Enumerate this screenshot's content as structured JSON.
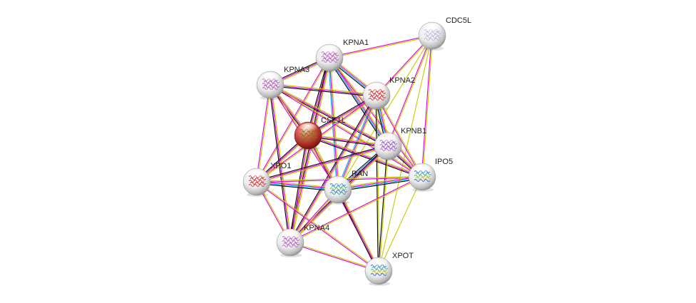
{
  "network": {
    "nodes": [
      {
        "id": "CDC5L",
        "label": "CDC5L",
        "kind": "white",
        "glyph": "sparse-structure"
      },
      {
        "id": "KPNA1",
        "label": "KPNA1",
        "kind": "white",
        "glyph": "magenta-helix-structure"
      },
      {
        "id": "KPNA3",
        "label": "KPNA3",
        "kind": "white",
        "glyph": "magenta-helix-structure"
      },
      {
        "id": "KPNA2",
        "label": "KPNA2",
        "kind": "white",
        "glyph": "red-helix-structure"
      },
      {
        "id": "CSE1L",
        "label": "CSE1L",
        "kind": "query",
        "glyph": "olive-helix-structure"
      },
      {
        "id": "KPNB1",
        "label": "KPNB1",
        "kind": "white",
        "glyph": "magenta-coil-structure"
      },
      {
        "id": "XPO1",
        "label": "XPO1",
        "kind": "white",
        "glyph": "red-helix-structure"
      },
      {
        "id": "RAN",
        "label": "RAN",
        "kind": "white",
        "glyph": "blue-teal-fold-structure"
      },
      {
        "id": "IPO5",
        "label": "IPO5",
        "kind": "white",
        "glyph": "rainbow-fold-structure"
      },
      {
        "id": "KPNA4",
        "label": "KPNA4",
        "kind": "white",
        "glyph": "magenta-helix-structure"
      },
      {
        "id": "XPOT",
        "label": "XPOT",
        "kind": "white",
        "glyph": "rainbow-fold-structure"
      }
    ],
    "edges": [
      {
        "a": "CDC5L",
        "b": "KPNA1",
        "colors": [
          "#c8c800",
          "#e000e0"
        ]
      },
      {
        "a": "CDC5L",
        "b": "KPNA2",
        "colors": [
          "#c8c800",
          "#e000e0"
        ]
      },
      {
        "a": "CDC5L",
        "b": "KPNB1",
        "colors": [
          "#c8c800",
          "#e000e0"
        ]
      },
      {
        "a": "CDC5L",
        "b": "IPO5",
        "colors": [
          "#c8c800",
          "#e000e0"
        ]
      },
      {
        "a": "CDC5L",
        "b": "RAN",
        "colors": [
          "#c8c800"
        ]
      },
      {
        "a": "CDC5L",
        "b": "XPOT",
        "colors": [
          "#c8c800"
        ]
      },
      {
        "a": "KPNA1",
        "b": "KPNA3",
        "colors": [
          "#c8c800",
          "#e000e0",
          "#000000"
        ]
      },
      {
        "a": "KPNA1",
        "b": "KPNA2",
        "colors": [
          "#c8c800",
          "#e000e0",
          "#00b0e0",
          "#000000"
        ]
      },
      {
        "a": "KPNA1",
        "b": "CSE1L",
        "colors": [
          "#c8c800",
          "#e000e0",
          "#000000"
        ]
      },
      {
        "a": "KPNA1",
        "b": "KPNB1",
        "colors": [
          "#c8c800",
          "#e000e0",
          "#00b0e0",
          "#000000"
        ]
      },
      {
        "a": "KPNA1",
        "b": "XPO1",
        "colors": [
          "#c8c800",
          "#e000e0"
        ]
      },
      {
        "a": "KPNA1",
        "b": "RAN",
        "colors": [
          "#c8c800",
          "#e000e0",
          "#00b0e0"
        ]
      },
      {
        "a": "KPNA1",
        "b": "IPO5",
        "colors": [
          "#c8c800",
          "#e000e0"
        ]
      },
      {
        "a": "KPNA1",
        "b": "KPNA4",
        "colors": [
          "#c8c800",
          "#e000e0",
          "#000000"
        ]
      },
      {
        "a": "KPNA3",
        "b": "KPNA2",
        "colors": [
          "#c8c800",
          "#e000e0",
          "#000000"
        ]
      },
      {
        "a": "KPNA3",
        "b": "CSE1L",
        "colors": [
          "#c8c800",
          "#e000e0",
          "#000000"
        ]
      },
      {
        "a": "KPNA3",
        "b": "KPNB1",
        "colors": [
          "#c8c800",
          "#e000e0",
          "#000000"
        ]
      },
      {
        "a": "KPNA3",
        "b": "XPO1",
        "colors": [
          "#c8c800",
          "#e000e0"
        ]
      },
      {
        "a": "KPNA3",
        "b": "RAN",
        "colors": [
          "#c8c800",
          "#e000e0"
        ]
      },
      {
        "a": "KPNA3",
        "b": "KPNA4",
        "colors": [
          "#c8c800",
          "#e000e0",
          "#000000"
        ]
      },
      {
        "a": "KPNA3",
        "b": "IPO5",
        "colors": [
          "#c8c800",
          "#e000e0"
        ]
      },
      {
        "a": "KPNA2",
        "b": "CSE1L",
        "colors": [
          "#c8c800",
          "#e000e0",
          "#000000"
        ]
      },
      {
        "a": "KPNA2",
        "b": "KPNB1",
        "colors": [
          "#c8c800",
          "#e000e0",
          "#00b0e0",
          "#000000"
        ]
      },
      {
        "a": "KPNA2",
        "b": "XPO1",
        "colors": [
          "#c8c800",
          "#e000e0"
        ]
      },
      {
        "a": "KPNA2",
        "b": "RAN",
        "colors": [
          "#c8c800",
          "#e000e0",
          "#00b0e0"
        ]
      },
      {
        "a": "KPNA2",
        "b": "IPO5",
        "colors": [
          "#c8c800",
          "#e000e0"
        ]
      },
      {
        "a": "KPNA2",
        "b": "KPNA4",
        "colors": [
          "#c8c800",
          "#e000e0",
          "#000000"
        ]
      },
      {
        "a": "KPNA2",
        "b": "XPOT",
        "colors": [
          "#c8c800",
          "#000000"
        ]
      },
      {
        "a": "CSE1L",
        "b": "KPNB1",
        "colors": [
          "#c8c800",
          "#e000e0",
          "#000000"
        ]
      },
      {
        "a": "CSE1L",
        "b": "XPO1",
        "colors": [
          "#c8c800",
          "#e000e0",
          "#000000"
        ]
      },
      {
        "a": "CSE1L",
        "b": "RAN",
        "colors": [
          "#c8c800",
          "#e000e0",
          "#000000"
        ]
      },
      {
        "a": "CSE1L",
        "b": "IPO5",
        "colors": [
          "#c8c800",
          "#e000e0",
          "#000000"
        ]
      },
      {
        "a": "CSE1L",
        "b": "KPNA4",
        "colors": [
          "#c8c800",
          "#e000e0",
          "#000000"
        ]
      },
      {
        "a": "CSE1L",
        "b": "XPOT",
        "colors": [
          "#c8c800",
          "#e000e0"
        ]
      },
      {
        "a": "KPNB1",
        "b": "XPO1",
        "colors": [
          "#c8c800",
          "#e000e0",
          "#000000"
        ]
      },
      {
        "a": "KPNB1",
        "b": "RAN",
        "colors": [
          "#c8c800",
          "#e000e0",
          "#00b0e0",
          "#000000"
        ]
      },
      {
        "a": "KPNB1",
        "b": "IPO5",
        "colors": [
          "#c8c800",
          "#e000e0",
          "#000000"
        ]
      },
      {
        "a": "KPNB1",
        "b": "KPNA4",
        "colors": [
          "#c8c800",
          "#e000e0",
          "#000000"
        ]
      },
      {
        "a": "KPNB1",
        "b": "XPOT",
        "colors": [
          "#c8c800",
          "#000000"
        ]
      },
      {
        "a": "XPO1",
        "b": "RAN",
        "colors": [
          "#c8c800",
          "#e000e0",
          "#00b0e0",
          "#000000"
        ]
      },
      {
        "a": "XPO1",
        "b": "IPO5",
        "colors": [
          "#c8c800",
          "#e000e0"
        ]
      },
      {
        "a": "XPO1",
        "b": "KPNA4",
        "colors": [
          "#c8c800",
          "#e000e0"
        ]
      },
      {
        "a": "XPO1",
        "b": "XPOT",
        "colors": [
          "#c8c800",
          "#e000e0"
        ]
      },
      {
        "a": "RAN",
        "b": "IPO5",
        "colors": [
          "#c8c800",
          "#e000e0",
          "#00b0e0",
          "#000000"
        ]
      },
      {
        "a": "RAN",
        "b": "KPNA4",
        "colors": [
          "#c8c800",
          "#e000e0"
        ]
      },
      {
        "a": "RAN",
        "b": "XPOT",
        "colors": [
          "#c8c800",
          "#e000e0",
          "#000000"
        ]
      },
      {
        "a": "IPO5",
        "b": "XPOT",
        "colors": [
          "#c8c800"
        ]
      },
      {
        "a": "IPO5",
        "b": "KPNA4",
        "colors": [
          "#c8c800",
          "#e000e0"
        ]
      },
      {
        "a": "KPNA4",
        "b": "XPOT",
        "colors": [
          "#c8c800",
          "#e000e0"
        ]
      }
    ],
    "colors": {
      "node_white": "#f2f2f2",
      "node_query": "#d2544a",
      "label": "#222222",
      "textmining": "#c8c800",
      "experiments": "#e000e0",
      "databases": "#00b0e0",
      "coexpression": "#000000"
    }
  }
}
